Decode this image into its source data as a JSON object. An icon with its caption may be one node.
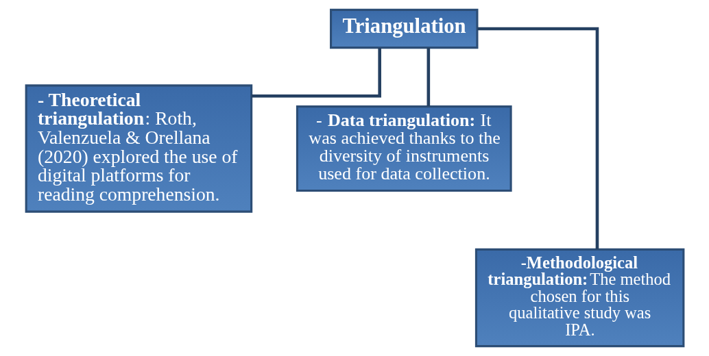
{
  "diagram": {
    "nodes": [
      {
        "text": [
          "**Triangulation**"
        ]
      },
      {
        "text": [
          "**- Theoretical triangulation**: Roth, Valenzuela & Orellana (2020) explored the use of digital platforms for reading comprehension."
        ]
      },
      {
        "text": [
          "- **Data triangulation:** It was achieved thanks to the diversity of instruments used for data collection."
        ]
      },
      {
        "text": [
          "**-Methodological triangulation:**The method chosen for this qualitative study was IPA."
        ]
      }
    ],
    "edges": [
      {
        "from": 0,
        "to": 1,
        "arrow": "none"
      },
      {
        "from": 0,
        "to": 2,
        "arrow": "none"
      },
      {
        "from": 0,
        "to": 3,
        "arrow": "none"
      }
    ]
  }
}
